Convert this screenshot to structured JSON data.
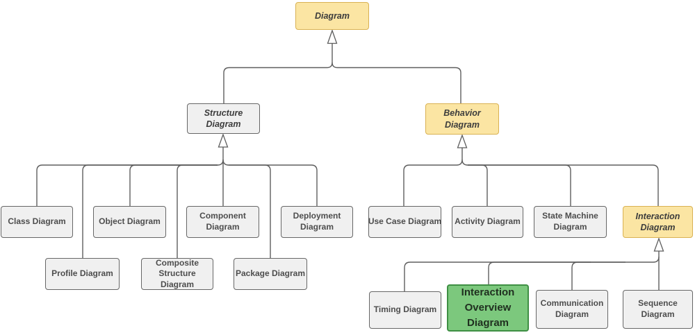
{
  "nodes": {
    "diagram": {
      "label": "Diagram"
    },
    "structure_diagram": {
      "label": "Structure Diagram"
    },
    "behavior_diagram": {
      "label": "Behavior Diagram"
    },
    "class_diagram": {
      "label": "Class Diagram"
    },
    "object_diagram": {
      "label": "Object Diagram"
    },
    "component_diagram": {
      "label": "Component Diagram"
    },
    "deployment_diagram": {
      "label": "Deployment Diagram"
    },
    "profile_diagram": {
      "label": "Profile Diagram"
    },
    "composite_structure_diagram": {
      "label": "Composite Structure Diagram"
    },
    "package_diagram": {
      "label": "Package Diagram"
    },
    "use_case_diagram": {
      "label": "Use Case Diagram"
    },
    "activity_diagram": {
      "label": "Activity Diagram"
    },
    "state_machine_diagram": {
      "label": "State Machine Diagram"
    },
    "interaction_diagram": {
      "label": "Interaction Diagram"
    },
    "timing_diagram": {
      "label": "Timing Diagram"
    },
    "interaction_overview_diagram": {
      "label": "Interaction Overview Diagram"
    },
    "communication_diagram": {
      "label": "Communication Diagram"
    },
    "sequence_diagram": {
      "label": "Sequence Diagram"
    }
  },
  "hierarchy": {
    "Diagram": [
      "Structure Diagram",
      "Behavior Diagram"
    ],
    "Structure Diagram": [
      "Class Diagram",
      "Profile Diagram",
      "Object Diagram",
      "Composite Structure Diagram",
      "Component Diagram",
      "Package Diagram",
      "Deployment Diagram"
    ],
    "Behavior Diagram": [
      "Use Case Diagram",
      "Activity Diagram",
      "State Machine Diagram",
      "Interaction Diagram"
    ],
    "Interaction Diagram": [
      "Timing Diagram",
      "Interaction Overview Diagram",
      "Communication Diagram",
      "Sequence Diagram"
    ]
  },
  "colors": {
    "bg": "#ffffff",
    "line": "#5e5e5e",
    "leaf_fill": "#F0F0F0",
    "leaf_border": "#666666",
    "leaf_text": "#4d4d4d",
    "cat_fill": "#FBE5A3",
    "cat_border": "#D9B152",
    "cat_text": "#3c3c3c",
    "hl_fill": "#7CC87D",
    "hl_border": "#3F8F44",
    "hl_text": "#203020"
  }
}
